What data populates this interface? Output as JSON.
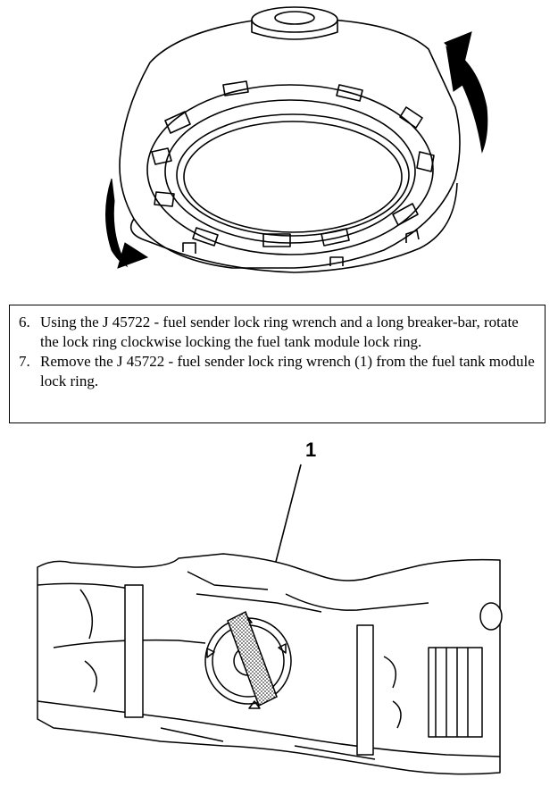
{
  "instructions": [
    {
      "number": "6.",
      "text": "Using the J 45722 - fuel sender lock ring wrench and a long breaker-bar, rotate the lock ring clockwise locking the fuel tank module lock ring."
    },
    {
      "number": "7.",
      "text": "Remove the J 45722 - fuel sender lock ring wrench (1) from the fuel tank module lock ring."
    }
  ],
  "callout": {
    "label": "1"
  }
}
